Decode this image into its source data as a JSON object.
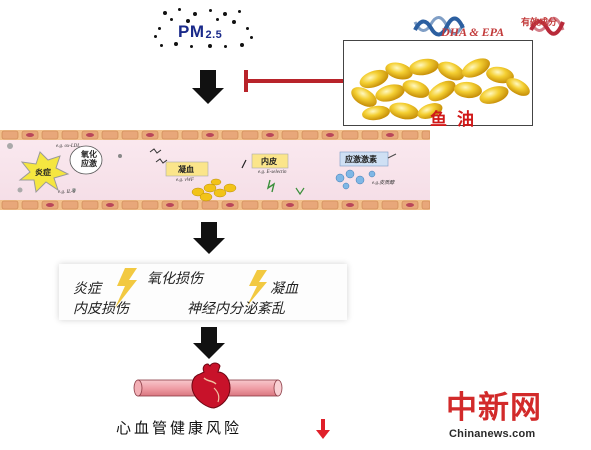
{
  "pm": {
    "main": "PM",
    "sub": "2.5"
  },
  "fish_oil": {
    "ingredient_title": "有效成分",
    "ingredient_names": "DHA & EPA",
    "label": "鱼油"
  },
  "vessel": {
    "oxidation_label": "氧化\n应激",
    "inflammation_label": "炎症",
    "oxldl_note": "e.g. ox-LDL",
    "il6_note": "e.g. IL-6",
    "coagulation_label": "凝血",
    "vwf_note": "e.g. vWF",
    "endothelium_label": "内皮",
    "eselectin_note": "e.g. E-selectin",
    "stress_hormone_label": "应激激素",
    "cortisol_note": "e.g.皮质醇"
  },
  "effects": {
    "inflammation": "炎症",
    "oxidative_damage": "氧化损伤",
    "coagulation": "凝血",
    "endothelial_damage": "内皮损伤",
    "neuroendocrine_disorder": "神经内分泌紊乱"
  },
  "outcome": {
    "label": "心血管健康风险"
  },
  "watermark": {
    "chinese": "中新网",
    "english": "Chinanews.com"
  },
  "colors": {
    "pm_text": "#1a2a8a",
    "inhibition": "#b8232a",
    "fish_label": "#d01818",
    "vessel_wall": "#f2c08c",
    "vessel_lumen": "#f7e1e8",
    "lightning": "#f0c020",
    "watermark": "#d22a2a"
  },
  "icons": [
    "particle-dots",
    "down-arrow",
    "inhibition-line",
    "fish-oil-capsules",
    "dna-helix",
    "blood-vessel",
    "lightning-bolt",
    "heart",
    "risk-down-arrow"
  ]
}
